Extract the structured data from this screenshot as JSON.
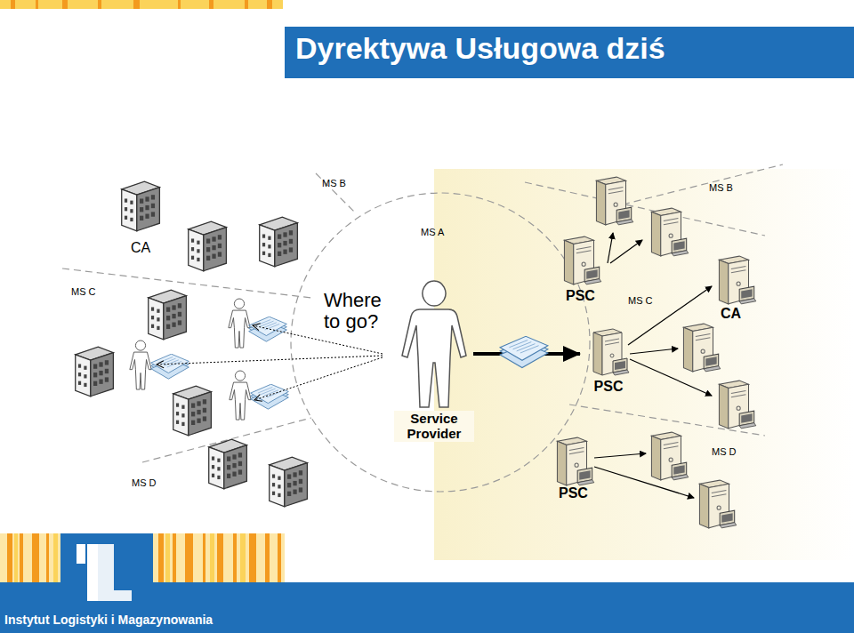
{
  "diagram": {
    "title": "Dyrektywa Usługowa dziś",
    "nodes": [
      {
        "text": [
          "Service Provider"
        ]
      },
      {
        "text": [
          "PSC"
        ]
      }
    ],
    "edges": [
      {
        "from": 0,
        "to": 1,
        "arrow": "to"
      }
    ],
    "labels": [
      "MS B",
      "CA",
      "MS A",
      "MS C",
      "MS D",
      "Where to go?",
      "MS B",
      "PSC",
      "MS C",
      "CA",
      "PSC",
      "MS D",
      "Instytut Logistyki i Magazynowania"
    ]
  }
}
